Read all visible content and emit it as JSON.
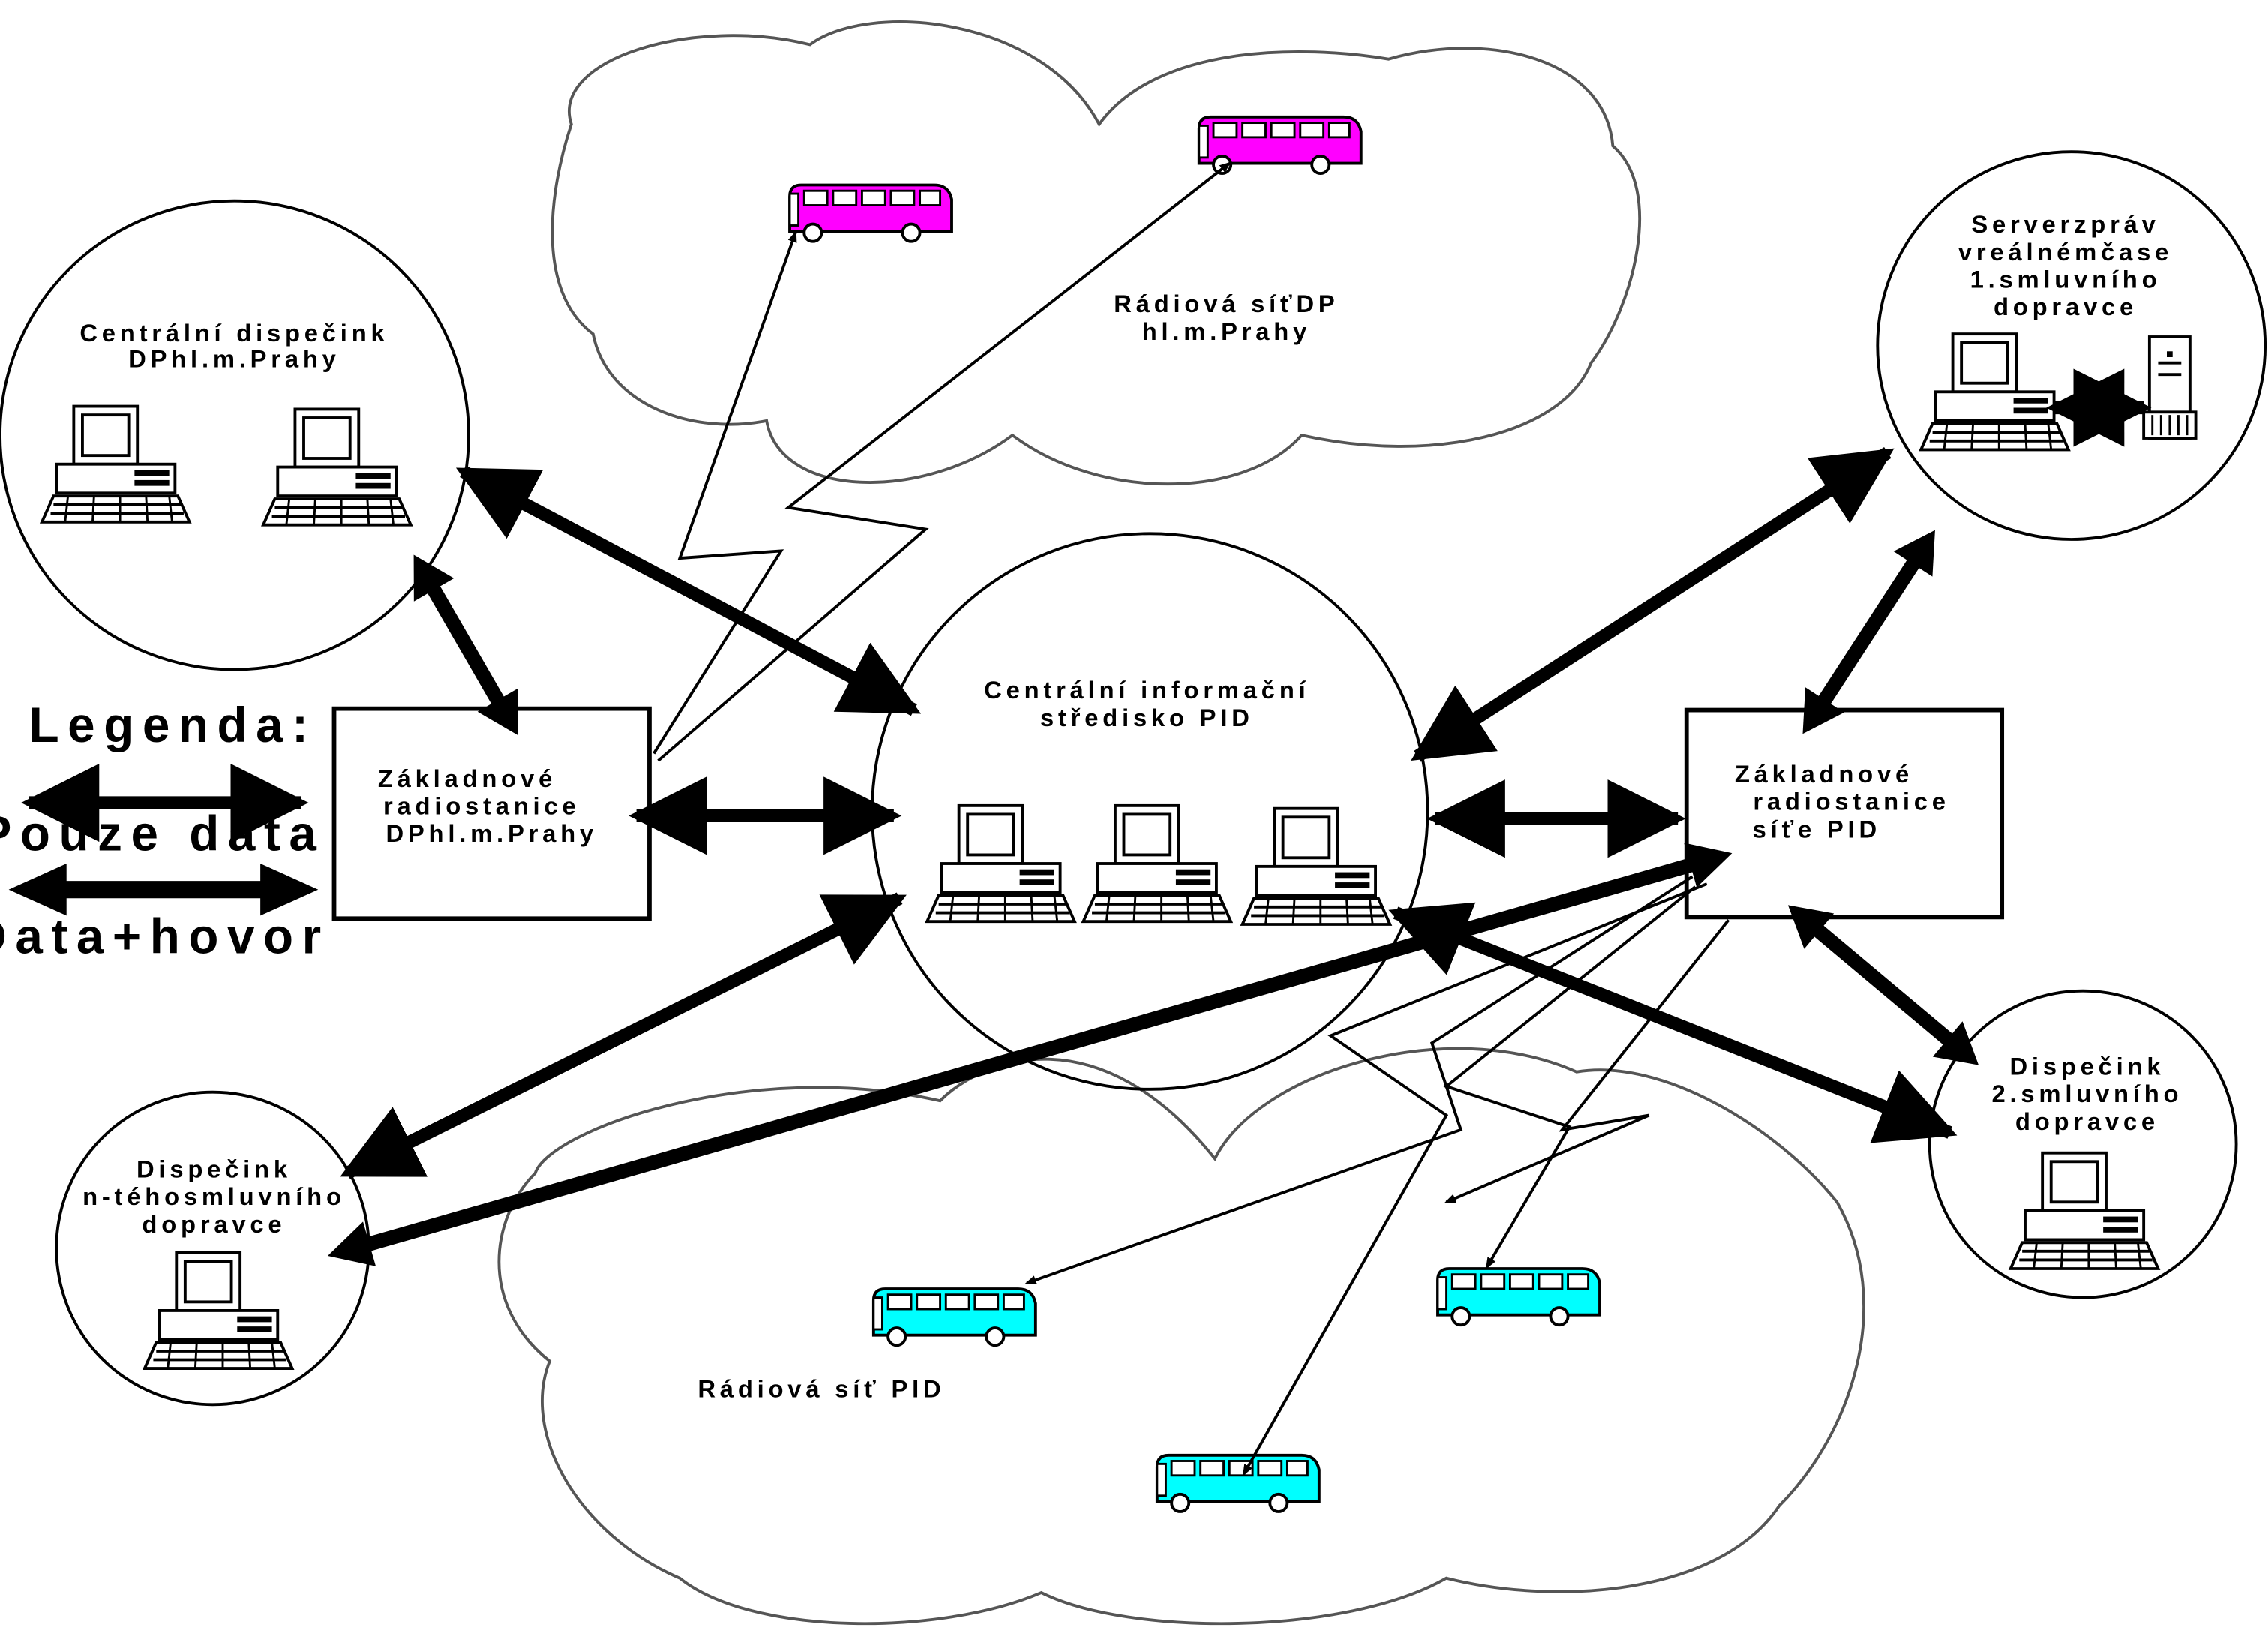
{
  "colors": {
    "prague_bus": "#ff00ff",
    "pid_bus": "#00ffff",
    "line": "#000000"
  },
  "nodes": {
    "central_dispatch_prague": {
      "line1": "Centrální dispečink",
      "line2": "DPhl.m.Prahy"
    },
    "base_station_prague": {
      "line1": "Základnové",
      "line2": "radiostanice",
      "line3": "DPhl.m.Prahy"
    },
    "central_info_center": {
      "line1": "Centrální informační",
      "line2": "středisko PID"
    },
    "base_station_pid": {
      "line1": "Základnové",
      "line2": "radiostanice",
      "line3": "síťe PID"
    },
    "realtime_server": {
      "line1": "Serverzpráv",
      "line2": "vreálnémčase",
      "line3": "1.smluvního",
      "line4": "dopravce"
    },
    "dispatch_2nd_carrier": {
      "line1": "Dispečink",
      "line2": "2.smluvního",
      "line3": "dopravce"
    },
    "dispatch_nth_carrier": {
      "line1": "Dispečink",
      "line2": "n-téhosmluvního",
      "line3": "dopravce"
    }
  },
  "networks": {
    "prague_radio": {
      "line1": "Rádiová síťDP",
      "line2": "hl.m.Prahy"
    },
    "pid_radio": {
      "label": "Rádiová síť PID"
    }
  },
  "legend": {
    "title": "Legenda:",
    "data_only": "Pouze data",
    "data_voice": "Data+hovor"
  }
}
